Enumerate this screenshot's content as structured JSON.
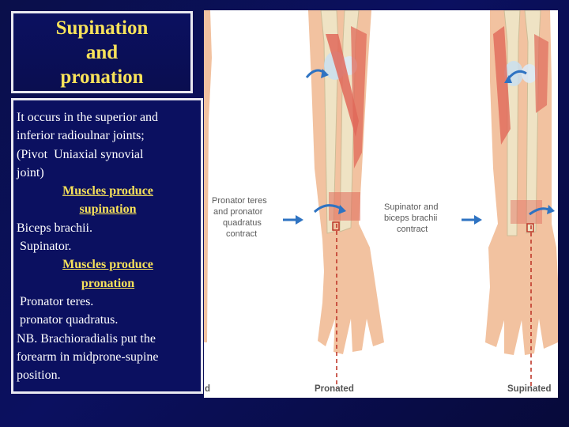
{
  "slide": {
    "title": "Supination\nand\npronation",
    "body_lines": [
      {
        "text": "It occurs in the superior and",
        "style": "normal"
      },
      {
        "text": "inferior radioulnar joints;",
        "style": "normal"
      },
      {
        "text": "(Pivot  Uniaxial synovial",
        "style": "normal"
      },
      {
        "text": "joint)",
        "style": "normal"
      },
      {
        "text": "Muscles produce",
        "style": "heading"
      },
      {
        "text": "supination",
        "style": "heading"
      },
      {
        "text": "Biceps brachii.",
        "style": "normal"
      },
      {
        "text": " Supinator.",
        "style": "normal"
      },
      {
        "text": "Muscles produce",
        "style": "heading"
      },
      {
        "text": "pronation",
        "style": "heading"
      },
      {
        "text": " Pronator teres.",
        "style": "normal"
      },
      {
        "text": " pronator quadratus.",
        "style": "normal"
      },
      {
        "text": "NB. Brachioradialis put the",
        "style": "normal"
      },
      {
        "text": "forearm in midprone-supine",
        "style": "normal"
      },
      {
        "text": "position.",
        "style": "normal"
      }
    ]
  },
  "figure": {
    "left_label": [
      "Pronator teres",
      "and pronator",
      "quadratus",
      "contract"
    ],
    "right_label": [
      "Supinator and",
      "biceps brachii",
      "contract"
    ],
    "left_caption": "Pronated",
    "right_caption": "Supinated",
    "edge_fragment": "d",
    "colors": {
      "muscle": "#e0695a",
      "bone": "#efe3c4",
      "skin": "#f2c2a0",
      "arrow": "#2e73c2",
      "axis": "#c0392b"
    }
  }
}
